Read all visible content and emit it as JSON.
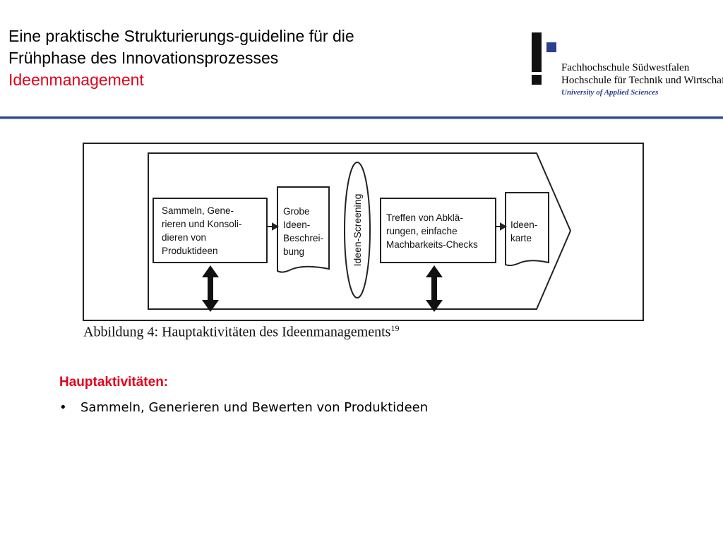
{
  "title": {
    "line1": "Eine praktische Strukturierungs-guideline für die",
    "line2": "Frühphase des Innovationsprozesses",
    "line3": "Ideenmanagement"
  },
  "logo": {
    "line1": "Fachhochschule Südwestfalen",
    "line2": "Hochschule für Technik und Wirtschaft",
    "line3": "University of Applied Sciences",
    "colors": {
      "dark": "#111111",
      "blue": "#2a3f8f"
    }
  },
  "figure": {
    "box1": [
      "Sammeln, Gene-",
      "rieren und Konsoli-",
      "dieren von",
      "Produktideen"
    ],
    "doc1": [
      "Grobe",
      "Ideen-",
      "Beschrei-",
      "bung"
    ],
    "screening": "Ideen-Screening",
    "box2": [
      "Treffen von Abklä-",
      "rungen, einfache",
      "Machbarkeits-Checks"
    ],
    "doc2": [
      "Ideen-",
      "karte"
    ]
  },
  "caption": {
    "text": "Abbildung 4: Hauptaktivitäten des Ideenmanagements",
    "footnote": "19"
  },
  "content": {
    "heading": "Hauptaktivitäten:",
    "bullets": [
      "Sammeln, Generieren und Bewerten von Produktideen"
    ]
  },
  "colors": {
    "accent": "#e2001a",
    "rule": "#2c4a8c"
  }
}
